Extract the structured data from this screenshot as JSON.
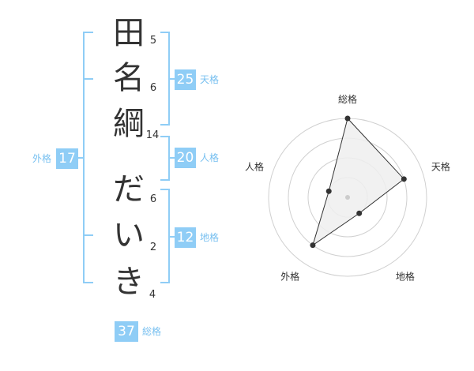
{
  "name_chars": [
    "田",
    "名",
    "綱",
    "だ",
    "い",
    "き"
  ],
  "strokes": [
    "5",
    "6",
    "14",
    "6",
    "2",
    "4"
  ],
  "fortune": {
    "tenkaku": {
      "label": "天格",
      "value": "25"
    },
    "jinkaku": {
      "label": "人格",
      "value": "20"
    },
    "chikaku": {
      "label": "地格",
      "value": "12"
    },
    "gaikaku": {
      "label": "外格",
      "value": "17"
    },
    "soukaku": {
      "label": "総格",
      "value": "37"
    }
  },
  "colors": {
    "accent": "#8fcdf6",
    "accent_text": "#78c0f0",
    "bracket": "#8fcdf6",
    "radar_fill": "#efefef"
  },
  "chart_data": {
    "type": "radar",
    "axes": [
      "総格",
      "天格",
      "地格",
      "外格",
      "人格"
    ],
    "values": [
      4,
      3,
      1,
      3,
      1
    ],
    "max": 4
  }
}
